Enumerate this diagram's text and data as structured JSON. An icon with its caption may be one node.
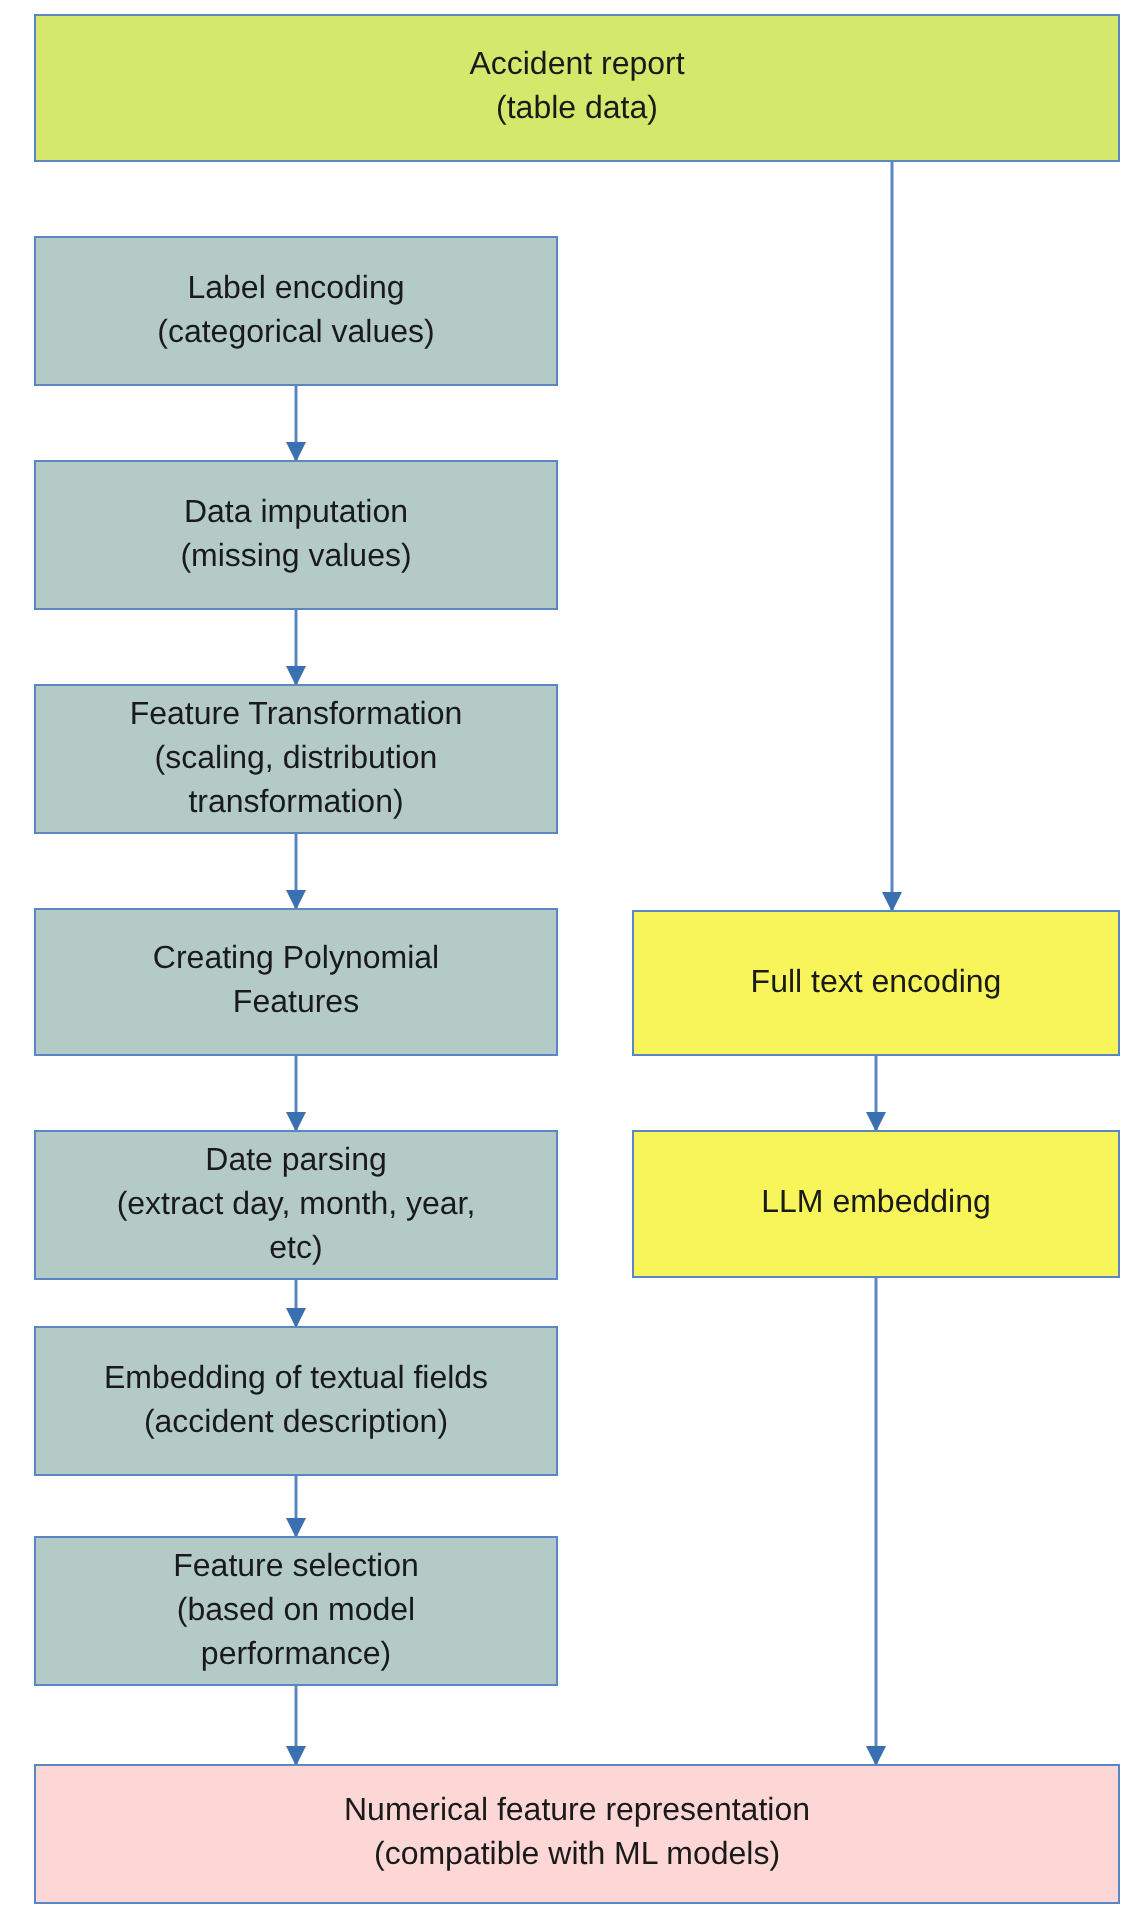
{
  "diagram": {
    "nodes": [
      {
        "text": [
          "Accident report",
          "(table data)"
        ]
      },
      {
        "text": [
          "Label encoding",
          "(categorical values)"
        ]
      },
      {
        "text": [
          "Data imputation",
          "(missing values)"
        ]
      },
      {
        "text": [
          "Feature Transformation",
          "(scaling, distribution transformation)"
        ]
      },
      {
        "text": [
          "Creating Polynomial Features"
        ]
      },
      {
        "text": [
          "Date parsing",
          "(extract day, month, year, etc)"
        ]
      },
      {
        "text": [
          "Embedding of textual fields",
          "(accident description)"
        ]
      },
      {
        "text": [
          "Feature selection",
          "(based on model performance)"
        ]
      },
      {
        "text": [
          "Full text encoding"
        ]
      },
      {
        "text": [
          "LLM embedding"
        ]
      },
      {
        "text": [
          "Numerical feature representation",
          "(compatible with ML models)"
        ]
      }
    ],
    "edges": [
      {
        "from": 0,
        "to": 8,
        "arrow": "to"
      },
      {
        "from": 1,
        "to": 2,
        "arrow": "to"
      },
      {
        "from": 2,
        "to": 3,
        "arrow": "to"
      },
      {
        "from": 3,
        "to": 4,
        "arrow": "to"
      },
      {
        "from": 4,
        "to": 5,
        "arrow": "to"
      },
      {
        "from": 5,
        "to": 6,
        "arrow": "to"
      },
      {
        "from": 6,
        "to": 7,
        "arrow": "to"
      },
      {
        "from": 7,
        "to": 10,
        "arrow": "to"
      },
      {
        "from": 8,
        "to": 9,
        "arrow": "to"
      },
      {
        "from": 9,
        "to": 10,
        "arrow": "to"
      }
    ]
  }
}
